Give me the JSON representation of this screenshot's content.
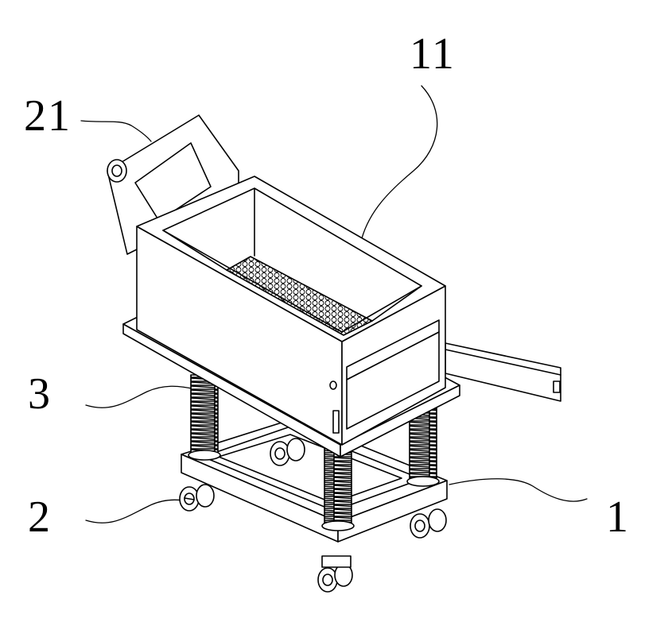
{
  "labels": {
    "handle": "21",
    "box": "11",
    "spring": "3",
    "wheel": "2",
    "base": "1"
  },
  "colors": {
    "stroke": "#000000",
    "fill": "#ffffff"
  }
}
